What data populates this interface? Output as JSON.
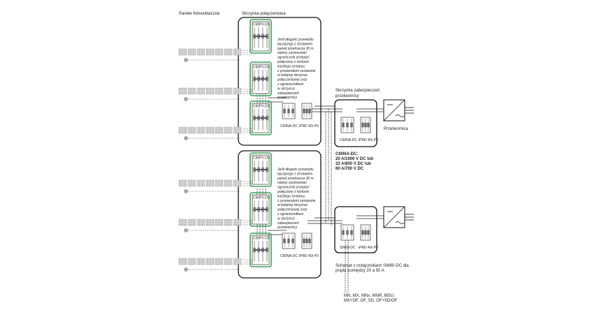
{
  "labels": {
    "panels": "Panele fotowoltaiczne",
    "combiner": "Skrzynka połączeniowa",
    "inverter_box": "Skrzynka zabezpieczeń przetwornicy",
    "inverter": "Przetwornica",
    "c60_rating_1": "C60NA-DC:",
    "c60_rating_2": "20 A/1000 V DC lub",
    "c60_rating_3": "32 A/800 V DC lub",
    "c60_rating_4": "60 A/700 V DC",
    "sw60_note_1": "Schemat z rozłącznikiem SW60-DC dla",
    "sw60_note_2": "prądu pomiędzy 20 a 50 A",
    "aux_1": "MN, MX, MNx, MNR, MSU,",
    "aux_2": "MX+OF, OF, SD, OF+SD/OF",
    "device_c60pv": "C60PV-DC",
    "device_c60na": "C60NA-DC",
    "device_sw60": "SW60-DC",
    "device_iprd": "iPRD 40r PV"
  },
  "note_lines": [
    "Jeśli długość przewodu",
    "łączącego z zestawem",
    "paneli przekracza 30 m",
    "należy zastosować",
    "ogranicznik przepięć",
    "połączony z końcem",
    "każdego zestawu,",
    "z przewodami zestawów",
    "w kolejnej skrzynce",
    "połączeniowej oraz",
    "z ogranicznikiem",
    "w skrzynce",
    "zabezpieczeń",
    "przetwornicy"
  ]
}
